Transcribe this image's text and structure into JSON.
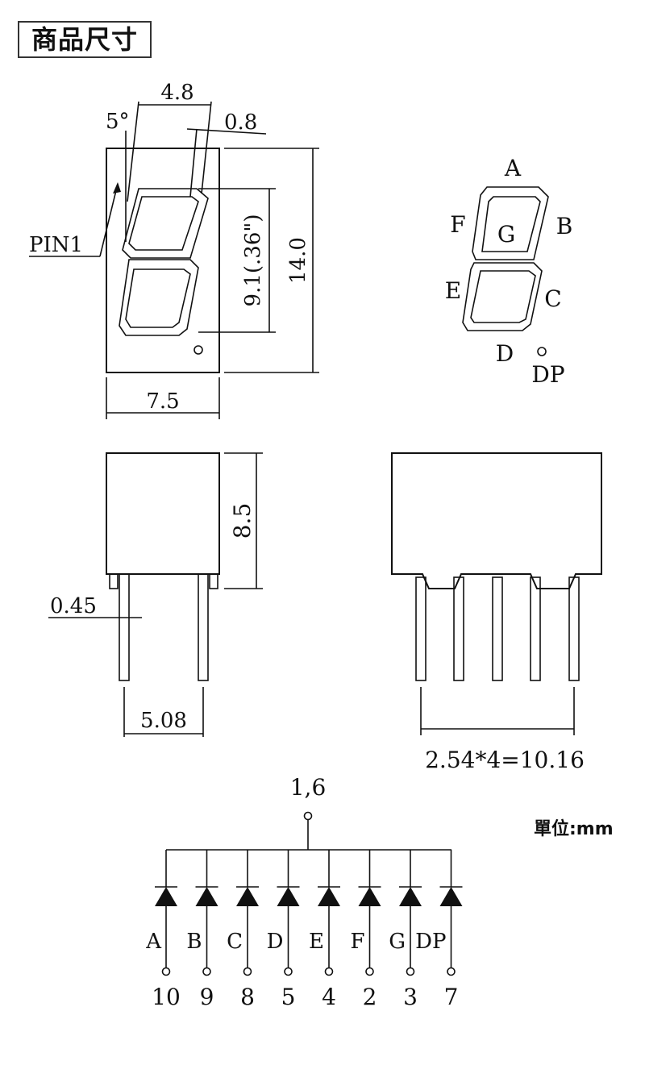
{
  "title": "商品尺寸",
  "unit_label": "單位:mm",
  "front_view": {
    "angle": "5°",
    "top_width": "4.8",
    "seg_width": "0.8",
    "pin1": "PIN1",
    "digit_height": "9.1(.36\")",
    "total_height": "14.0",
    "total_width": "7.5"
  },
  "segment_view": {
    "labels": {
      "a": "A",
      "b": "B",
      "c": "C",
      "d": "D",
      "e": "E",
      "f": "F",
      "g": "G",
      "dp": "DP"
    }
  },
  "side_view": {
    "body_height": "8.5",
    "pin_thickness": "0.45",
    "pin_spacing": "5.08"
  },
  "bottom_view": {
    "pin_pitch": "2.54*4=10.16"
  },
  "circuit": {
    "common": "1,6",
    "segments": [
      "A",
      "B",
      "C",
      "D",
      "E",
      "F",
      "G",
      "DP"
    ],
    "pins": [
      "10",
      "9",
      "8",
      "5",
      "4",
      "2",
      "3",
      "7"
    ]
  }
}
